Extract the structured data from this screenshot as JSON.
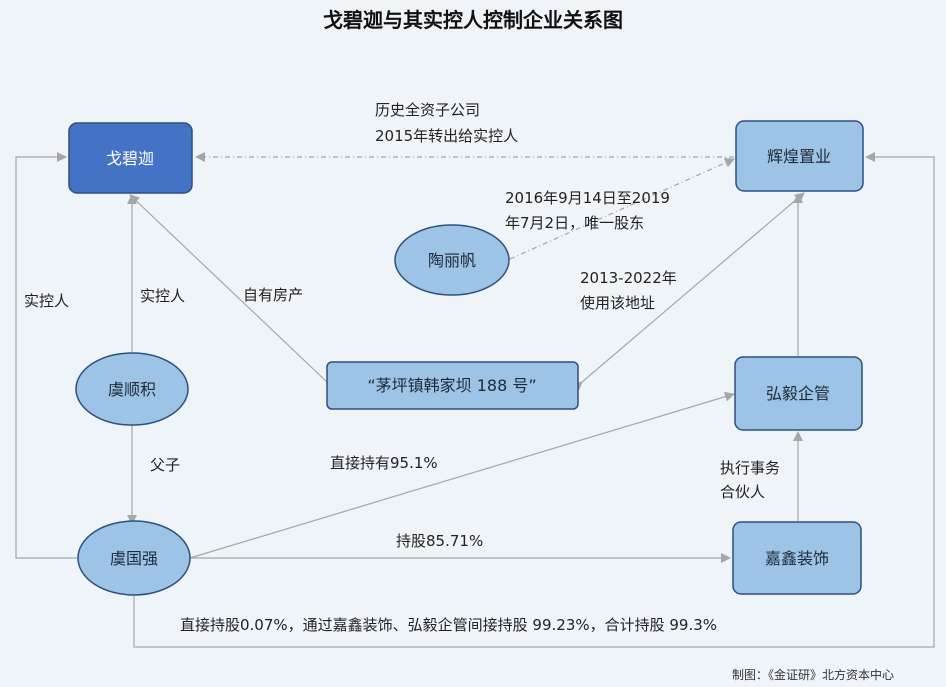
{
  "title": "戈碧迦与其实控人控制企业关系图",
  "source": "制图：《金证研》北方资本中心",
  "nodes": {
    "gebijia": "戈碧迦",
    "huihuang": "辉煌置业",
    "taolifan": "陶丽帆",
    "address": "“茅坪镇韩家坝 188 号”",
    "yushunji": "虞顺积",
    "hongyi": "弘毅企管",
    "yuguoqiang": "虞国强",
    "jiaxin": "嘉鑫装饰"
  },
  "labels": {
    "history_line1": "历史全资子公司",
    "history_line2": "2015年转出给实控人",
    "sole_holder_line1": "2016年9月14日至2019",
    "sole_holder_line2": "年7月2日，唯一股东",
    "use_addr_line1": "2013-2022年",
    "use_addr_line2": "使用该地址",
    "controller_left": "实控人",
    "controller_mid": "实控人",
    "own_property": "自有房产",
    "father_son": "父子",
    "direct_hold": "直接持有95.1%",
    "exec_partner_line1": "执行事务",
    "exec_partner_line2": "合伙人",
    "hold_8571": "持股85.71%",
    "bottom_note": "直接持股0.07%，通过嘉鑫装饰、弘毅企管间接持股 99.23%，合计持股 99.3%"
  },
  "colors": {
    "dark_box": "#4472c4",
    "light_box": "#9dc3e6",
    "border": "#2f4f7f",
    "line": "#a6a6a6"
  }
}
